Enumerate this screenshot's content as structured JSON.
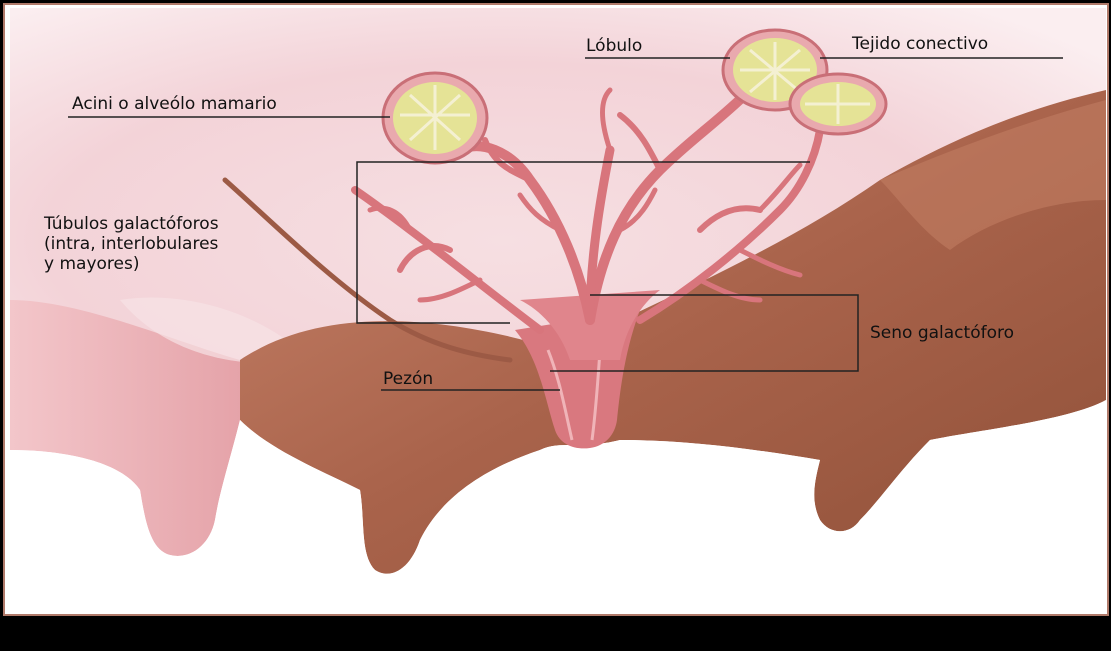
{
  "labels": {
    "acini": "Acini o alveólo mamario",
    "lobulo": "Lóbulo",
    "tejido": "Tejido conectivo",
    "tubulos_line1": "Túbulos galactóforos",
    "tubulos_line2": "(intra, interlobulares",
    "tubulos_line3": "y mayores)",
    "seno": "Seno galactóforo",
    "pezon": "Pezón"
  },
  "colors": {
    "skin_pink": "#f2d4d8",
    "udder_brown": "#a85e45",
    "duct_pink": "#e08a90",
    "alveolus_yellow": "#e6e39a",
    "frame_border": "#b07a6a",
    "bottom_bar": "#000000"
  }
}
